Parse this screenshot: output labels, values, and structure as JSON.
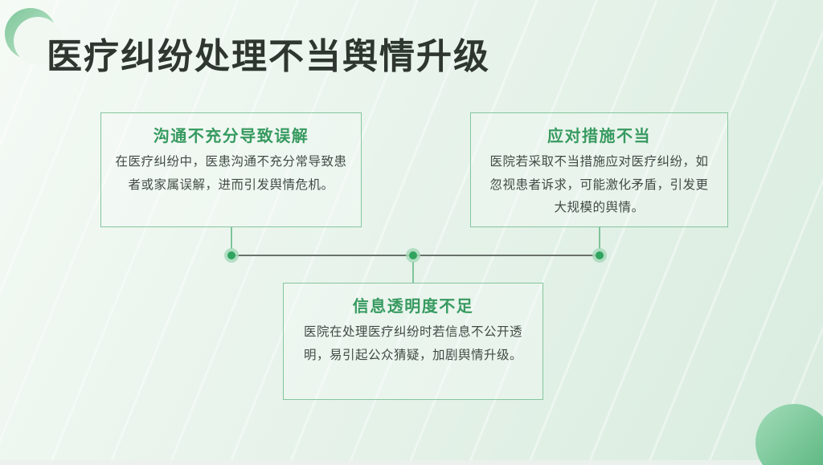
{
  "slide": {
    "title": "医疗纠纷处理不当舆情升级",
    "cards": [
      {
        "title": "沟通不充分导致误解",
        "body": "在医疗纠纷中，医患沟通不充分常导致患者或家属误解，进而引发舆情危机。"
      },
      {
        "title": "应对措施不当",
        "body": "医院若采取不当措施应对医疗纠纷，如忽视患者诉求，可能激化矛盾，引发更大规模的舆情。"
      },
      {
        "title": "信息透明度不足",
        "body": "医院在处理医疗纠纷时若信息不公开透明，易引起公众猜疑，加剧舆情升级。"
      }
    ],
    "colors": {
      "accent_green": "#379a60",
      "card_border": "#84c69e",
      "title_text": "#2e362f",
      "body_text": "#414b44",
      "timeline_line": "#68716a",
      "dot_fill": "#2fa45e",
      "dot_halo": "#a8d9bb"
    }
  }
}
